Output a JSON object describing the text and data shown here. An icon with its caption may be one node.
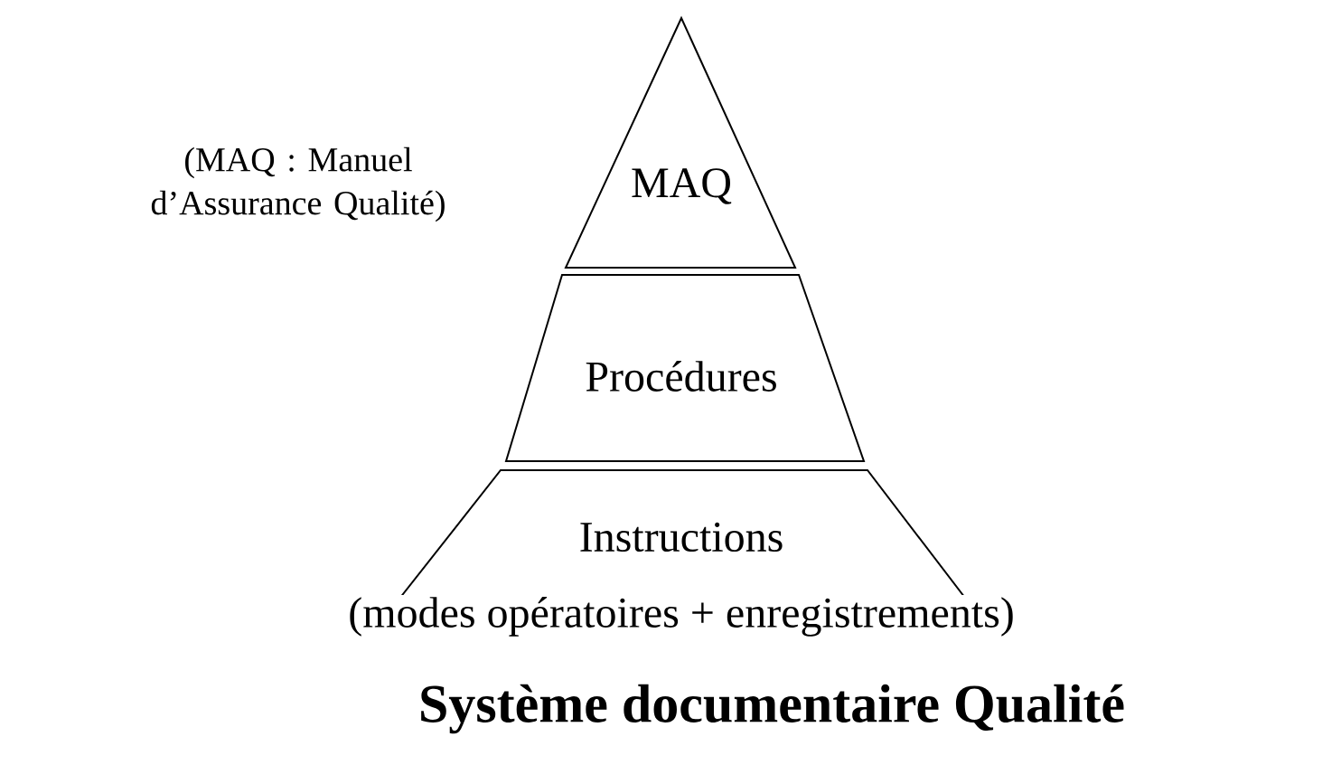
{
  "diagram": {
    "title": "Système documentaire Qualité",
    "nodes": [
      {
        "text": [
          "MAQ"
        ],
        "beside": [
          "(MAQ : Manuel d’Assurance Qualité)"
        ]
      },
      {
        "text": [
          "Procédures"
        ]
      },
      {
        "text": [
          "Instructions",
          "(modes opératoires + enregistrements)"
        ]
      }
    ]
  }
}
